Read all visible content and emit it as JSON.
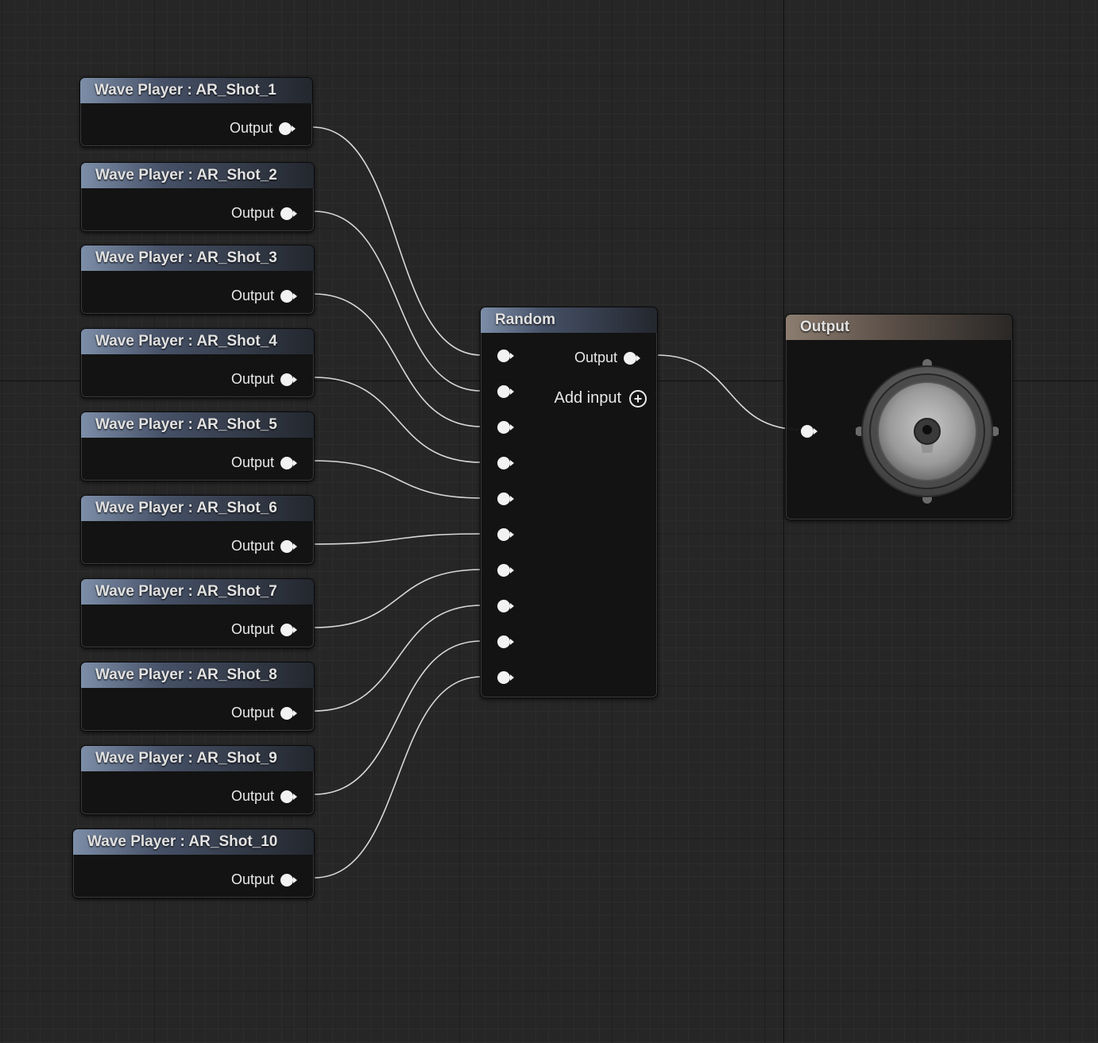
{
  "wave_players": [
    {
      "title": "Wave Player : AR_Shot_1",
      "output_label": "Output"
    },
    {
      "title": "Wave Player : AR_Shot_2",
      "output_label": "Output"
    },
    {
      "title": "Wave Player : AR_Shot_3",
      "output_label": "Output"
    },
    {
      "title": "Wave Player : AR_Shot_4",
      "output_label": "Output"
    },
    {
      "title": "Wave Player : AR_Shot_5",
      "output_label": "Output"
    },
    {
      "title": "Wave Player : AR_Shot_6",
      "output_label": "Output"
    },
    {
      "title": "Wave Player : AR_Shot_7",
      "output_label": "Output"
    },
    {
      "title": "Wave Player : AR_Shot_8",
      "output_label": "Output"
    },
    {
      "title": "Wave Player : AR_Shot_9",
      "output_label": "Output"
    },
    {
      "title": "Wave Player : AR_Shot_10",
      "output_label": "Output"
    }
  ],
  "random_node": {
    "title": "Random",
    "output_label": "Output",
    "add_input_label": "Add input",
    "add_input_icon": "plus-circle-icon",
    "input_count": 10
  },
  "output_node": {
    "title": "Output",
    "icon": "speaker-icon"
  },
  "colors": {
    "wave_header": "#7d8ea8",
    "output_header": "#8c7d70",
    "wire": "#d8d8d8",
    "pin": "#f2f2f2"
  }
}
